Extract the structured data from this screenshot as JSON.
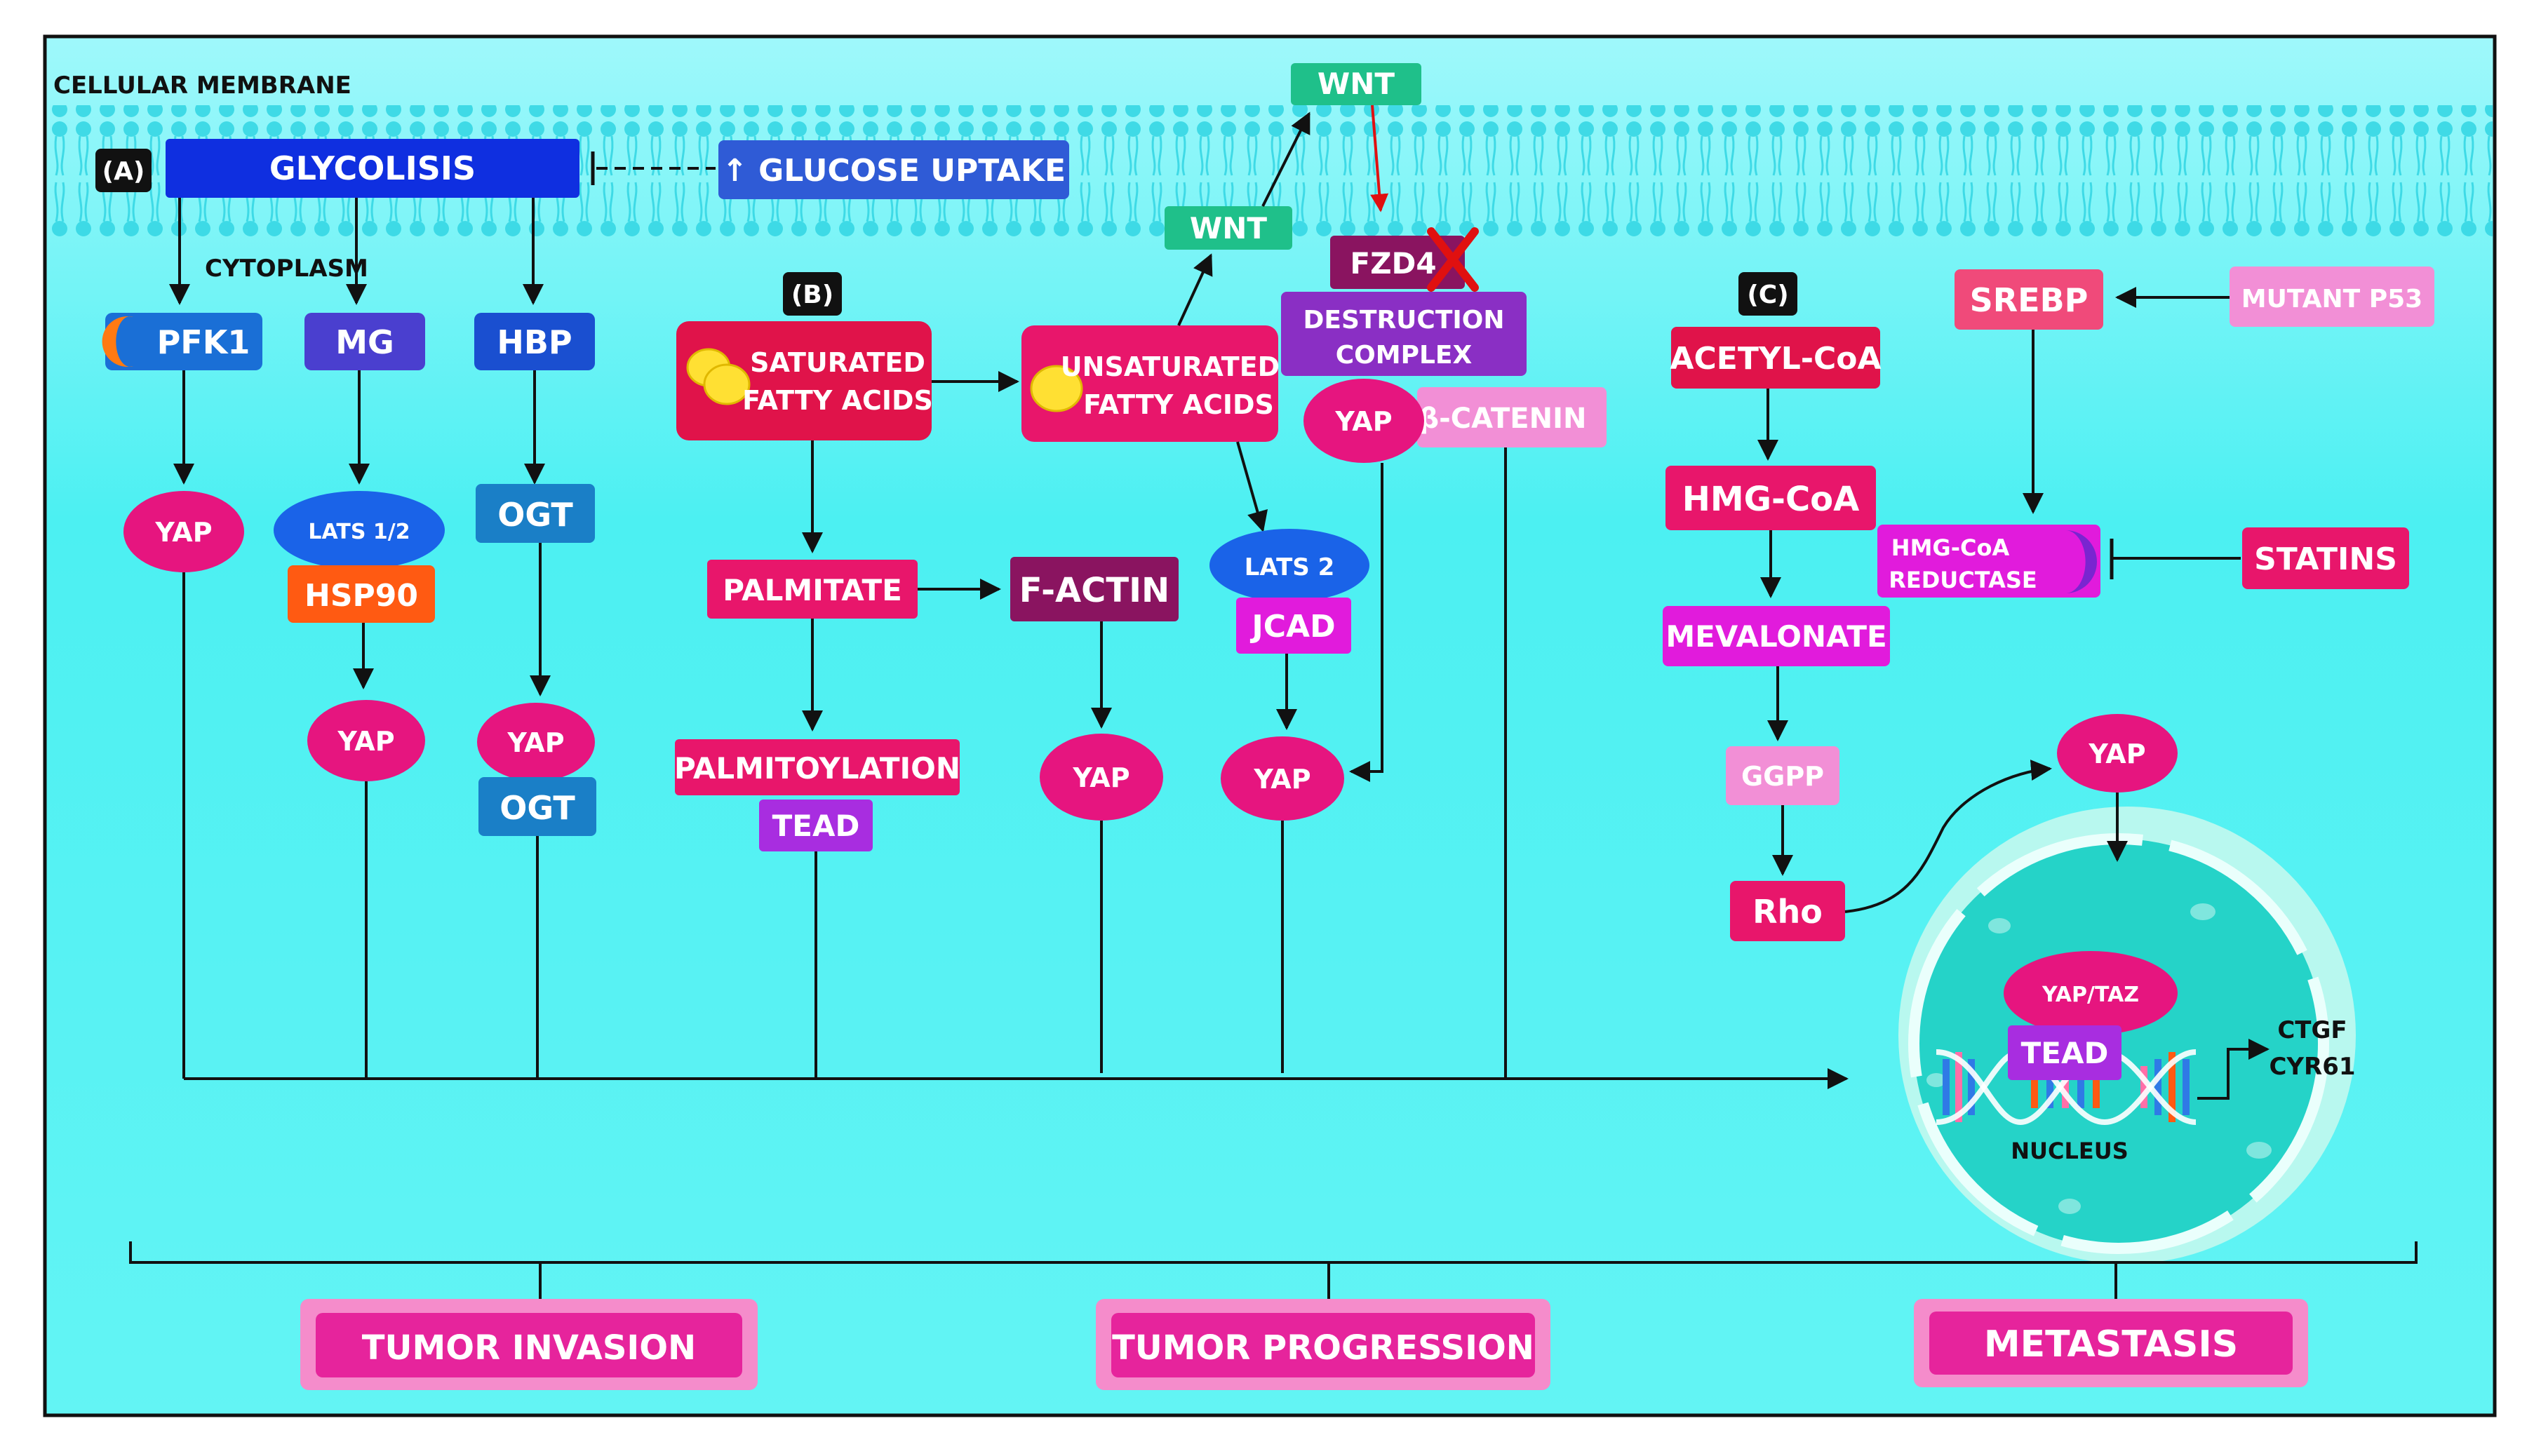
{
  "labels": {
    "membrane": "CELLULAR MEMBRANE",
    "cytoplasm": "CYTOPLASM",
    "section_a": "(A)",
    "section_b": "(B)",
    "section_c": "(C)",
    "nucleus": "NUCLEUS"
  },
  "nodes": {
    "glycolisis": "GLYCOLISIS",
    "glucose_uptake": "↑ GLUCOSE UPTAKE",
    "pfk1": "PFK1",
    "mg": "MG",
    "hbp": "HBP",
    "yap": "YAP",
    "lats12": "LATS 1/2",
    "hsp90": "HSP90",
    "ogt": "OGT",
    "saturated_1": "SATURATED",
    "saturated_2": "FATTY ACIDS",
    "unsaturated_1": "UNSATURATED",
    "unsaturated_2": "FATTY ACIDS",
    "wnt": "WNT",
    "fzd4": "FZD4",
    "destruction_1": "DESTRUCTION",
    "destruction_2": "COMPLEX",
    "beta_catenin": "β-CATENIN",
    "palmitate": "PALMITATE",
    "f_actin": "F-ACTIN",
    "lats2": "LATS 2",
    "jcad": "JCAD",
    "palmitoylation": "PALMITOYLATION",
    "tead": "TEAD",
    "acetyl_coa": "ACETYL-CoA",
    "hmg_coa": "HMG-CoA",
    "mevalonate": "MEVALONATE",
    "ggpp": "GGPP",
    "rho": "Rho",
    "srebp": "SREBP",
    "mutant_p53": "MUTANT P53",
    "hmgcr_1": "HMG-CoA",
    "hmgcr_2": "REDUCTASE",
    "statins": "STATINS",
    "yap_taz": "YAP/TAZ",
    "ctgf": "CTGF",
    "cyr61": "CYR61"
  },
  "outcomes": {
    "invasion": "TUMOR INVASION",
    "progression": "TUMOR PROGRESSION",
    "metastasis": "METASTASIS"
  },
  "colors": {
    "cytoplasm": "#5ff2f2",
    "membrane": "#36d7e4",
    "blue_dark": "#0f2fe0",
    "blue_mid": "#2f5bd6",
    "indigo": "#4a3fcf",
    "ogt": "#1a7fc7",
    "yap": "#e6157f",
    "crimson": "#e0134a",
    "pink": "#e8166b",
    "magenta": "#e11bdc",
    "light_pink": "#f28fd6",
    "purple": "#8a2fc4",
    "violet": "#a82de0",
    "wnt_green": "#1fc08a",
    "maroon": "#8a1460",
    "orange": "#ff5a12",
    "nucleus": "#25d3c8",
    "outcome": "#e6249c",
    "inhibit_red": "#e01010"
  }
}
